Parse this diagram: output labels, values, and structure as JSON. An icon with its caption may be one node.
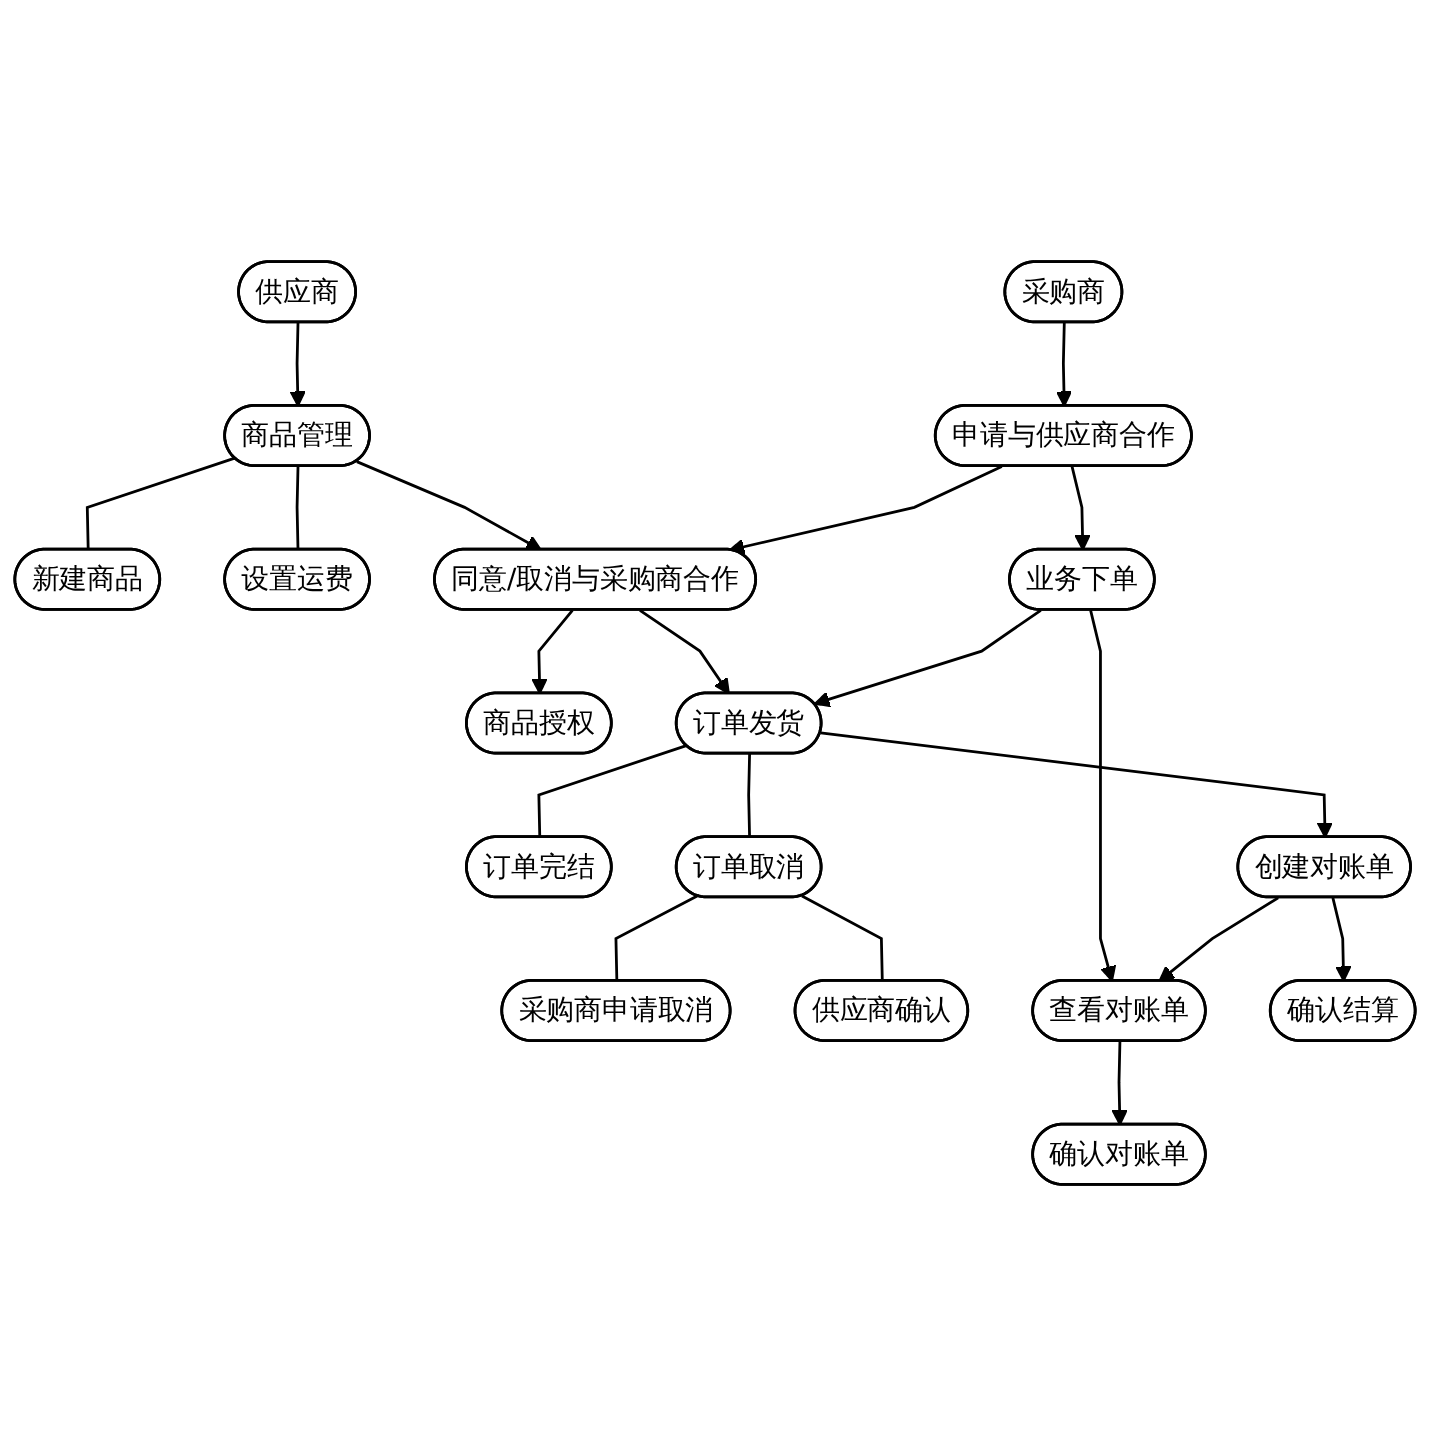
{
  "diagram": {
    "nodes": [
      {
        "text": [
          "采购商"
        ]
      },
      {
        "text": [
          "供应商"
        ]
      },
      {
        "text": [
          "新建商品"
        ]
      },
      {
        "text": [
          "商品管理"
        ]
      },
      {
        "text": [
          "设置运费"
        ]
      },
      {
        "text": [
          "申请与供应商合作"
        ]
      },
      {
        "text": [
          "同意/取消与采购商合作"
        ]
      },
      {
        "text": [
          "商品授权"
        ]
      },
      {
        "text": [
          "订单完结"
        ]
      },
      {
        "text": [
          "业务下单"
        ]
      },
      {
        "text": [
          "订单发货"
        ]
      },
      {
        "text": [
          "采购商申请取消"
        ]
      },
      {
        "text": [
          "订单取消"
        ]
      },
      {
        "text": [
          "供应商确认"
        ]
      },
      {
        "text": [
          "查看对账单"
        ]
      },
      {
        "text": [
          "创建对账单"
        ]
      },
      {
        "text": [
          "确认对账单"
        ]
      },
      {
        "text": [
          "确认结算"
        ]
      }
    ],
    "edges": [
      {
        "from": 0,
        "to": 5,
        "arrow": "to"
      },
      {
        "from": 1,
        "to": 3,
        "arrow": "to"
      },
      {
        "from": 3,
        "to": 2,
        "arrow": "none"
      },
      {
        "from": 3,
        "to": 4,
        "arrow": "none"
      },
      {
        "from": 3,
        "to": 6,
        "arrow": "to"
      },
      {
        "from": 5,
        "to": 6,
        "arrow": "to"
      },
      {
        "from": 6,
        "to": 7,
        "arrow": "to"
      },
      {
        "from": 5,
        "to": 9,
        "arrow": "to"
      },
      {
        "from": 6,
        "to": 10,
        "arrow": "to"
      },
      {
        "from": 9,
        "to": 10,
        "arrow": "to"
      },
      {
        "from": 10,
        "to": 8,
        "arrow": "none"
      },
      {
        "from": 10,
        "to": 12,
        "arrow": "none"
      },
      {
        "from": 12,
        "to": 11,
        "arrow": "none"
      },
      {
        "from": 12,
        "to": 13,
        "arrow": "none"
      },
      {
        "from": 9,
        "to": 14,
        "arrow": "to"
      },
      {
        "from": 10,
        "to": 15,
        "arrow": "to"
      },
      {
        "from": 15,
        "to": 14,
        "arrow": "to"
      },
      {
        "from": 14,
        "to": 16,
        "arrow": "to"
      },
      {
        "from": 15,
        "to": 17,
        "arrow": "to"
      }
    ]
  }
}
